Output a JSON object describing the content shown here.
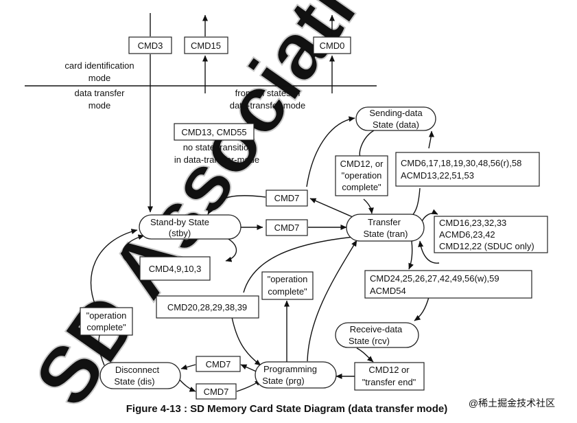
{
  "figure": {
    "caption": "Figure 4-13 : SD Memory Card State Diagram (data transfer mode)"
  },
  "mode_labels": {
    "card_id_line1": "card identification",
    "card_id_line2": "mode",
    "data_transfer_line1": "data transfer",
    "data_transfer_line2": "mode",
    "from_all_line1": "from all states in",
    "from_all_line2": "data-transfer-mode"
  },
  "notes": {
    "no_transition_line1": "no state transition",
    "no_transition_line2": "in data-transfer-mode"
  },
  "states": {
    "standby": {
      "line1": "Stand-by State",
      "line2": "(stby)"
    },
    "transfer": {
      "line1": "Transfer",
      "line2": "State (tran)"
    },
    "sending": {
      "line1": "Sending-data",
      "line2": "State (data)"
    },
    "receive": {
      "line1": "Receive-data",
      "line2": "State (rcv)"
    },
    "programming": {
      "line1": "Programming",
      "line2": "State (prg)"
    },
    "disconnect": {
      "line1": "Disconnect",
      "line2": "State (dis)"
    }
  },
  "commands": {
    "cmd3": "CMD3",
    "cmd15": "CMD15",
    "cmd0": "CMD0",
    "cmd13_55": "CMD13, CMD55",
    "cmd7_upper": "CMD7",
    "cmd7_middle": "CMD7",
    "cmd7_dis_top": "CMD7",
    "cmd7_dis_bottom": "CMD7",
    "cmd4_etc": "CMD4,9,10,3",
    "cmd12_or_line1": "CMD12, or",
    "cmd12_or_line2": "\"operation",
    "cmd12_or_line3": "complete\"",
    "send_cmds_line1": "CMD6,17,18,19,30,48,56(r),58",
    "send_cmds_line2": "ACMD13,22,51,53",
    "tran_loop_line1": "CMD16,23,32,33",
    "tran_loop_line2": "ACMD6,23,42",
    "tran_loop_line3": "CMD12,22 (SDUC only)",
    "rcv_cmds_line1": "CMD24,25,26,27,42,49,56(w),59",
    "rcv_cmds_line2": "ACMD54",
    "cmd20_etc": "CMD20,28,29,38,39",
    "op_complete_prg_line1": "\"operation",
    "op_complete_prg_line2": "complete\"",
    "op_complete_dis_line1": "\"operation",
    "op_complete_dis_line2": "complete\"",
    "cmd12_end_line1": "CMD12 or",
    "cmd12_end_line2": "\"transfer end\""
  },
  "watermark": {
    "text": "SD Association",
    "site": "@稀土掘金技术社区"
  }
}
